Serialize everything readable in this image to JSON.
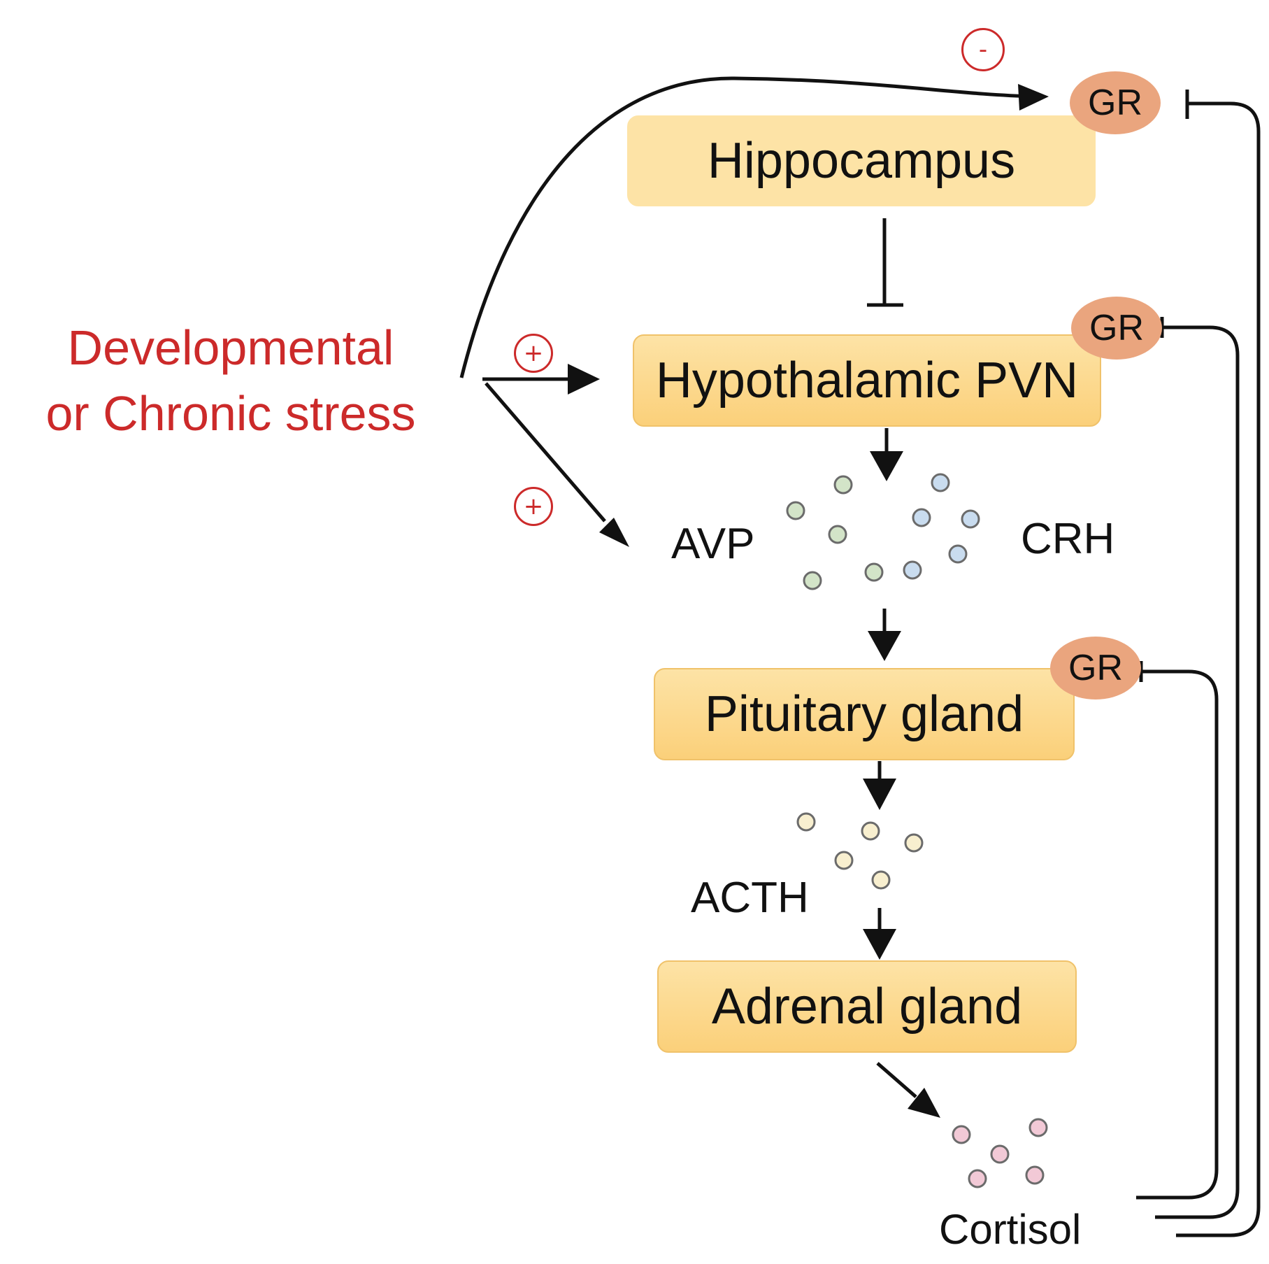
{
  "colors": {
    "box_fill": "#fbd07a",
    "box_fill_light": "#fde3a6",
    "box_border": "#f0c26a",
    "gr_fill": "#eaa57e",
    "stress_text": "#cc2a2a",
    "arrow": "#111111",
    "avp_dot": "#d3e4c8",
    "crh_dot": "#c9dcef",
    "acth_dot": "#f8efcf",
    "cortisol_dot": "#f2c9d6",
    "dot_stroke": "#6b6b6b"
  },
  "stress": {
    "line1": "Developmental",
    "line2": "or Chronic stress"
  },
  "signs": {
    "minus": "-",
    "plus_pvn": "+",
    "plus_avp": "+"
  },
  "nodes": {
    "hippocampus": "Hippocampus",
    "pvn": "Hypothalamic PVN",
    "pituitary": "Pituitary gland",
    "adrenal": "Adrenal gland"
  },
  "receptors": {
    "hippocampus": "GR",
    "pvn": "GR",
    "pituitary": "GR"
  },
  "hormones": {
    "avp": "AVP",
    "crh": "CRH",
    "acth": "ACTH",
    "cortisol": "Cortisol"
  }
}
